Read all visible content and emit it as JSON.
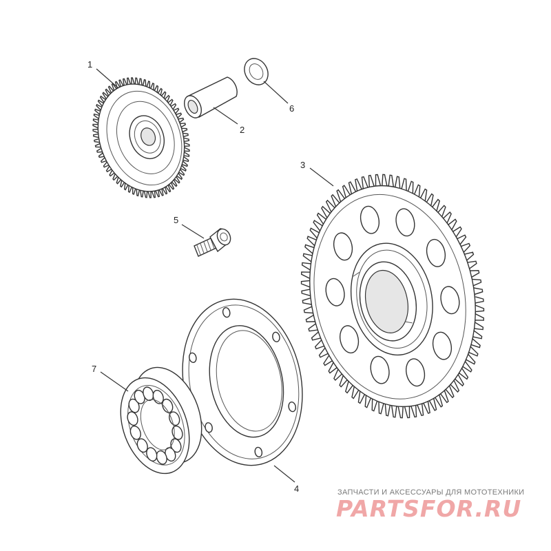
{
  "diagram": {
    "callouts": [
      "1",
      "2",
      "3",
      "4",
      "5",
      "6",
      "7"
    ]
  },
  "watermark": {
    "subtitle": "ЗАПЧАСТИ И АКСЕССУАРЫ ДЛЯ МОТОТЕХНИКИ",
    "logo": "PARTSFOR.RU"
  },
  "colors": {
    "line": "#333333",
    "watermark_logo": "#f0a7a7",
    "watermark_text": "#7a7a7a"
  }
}
